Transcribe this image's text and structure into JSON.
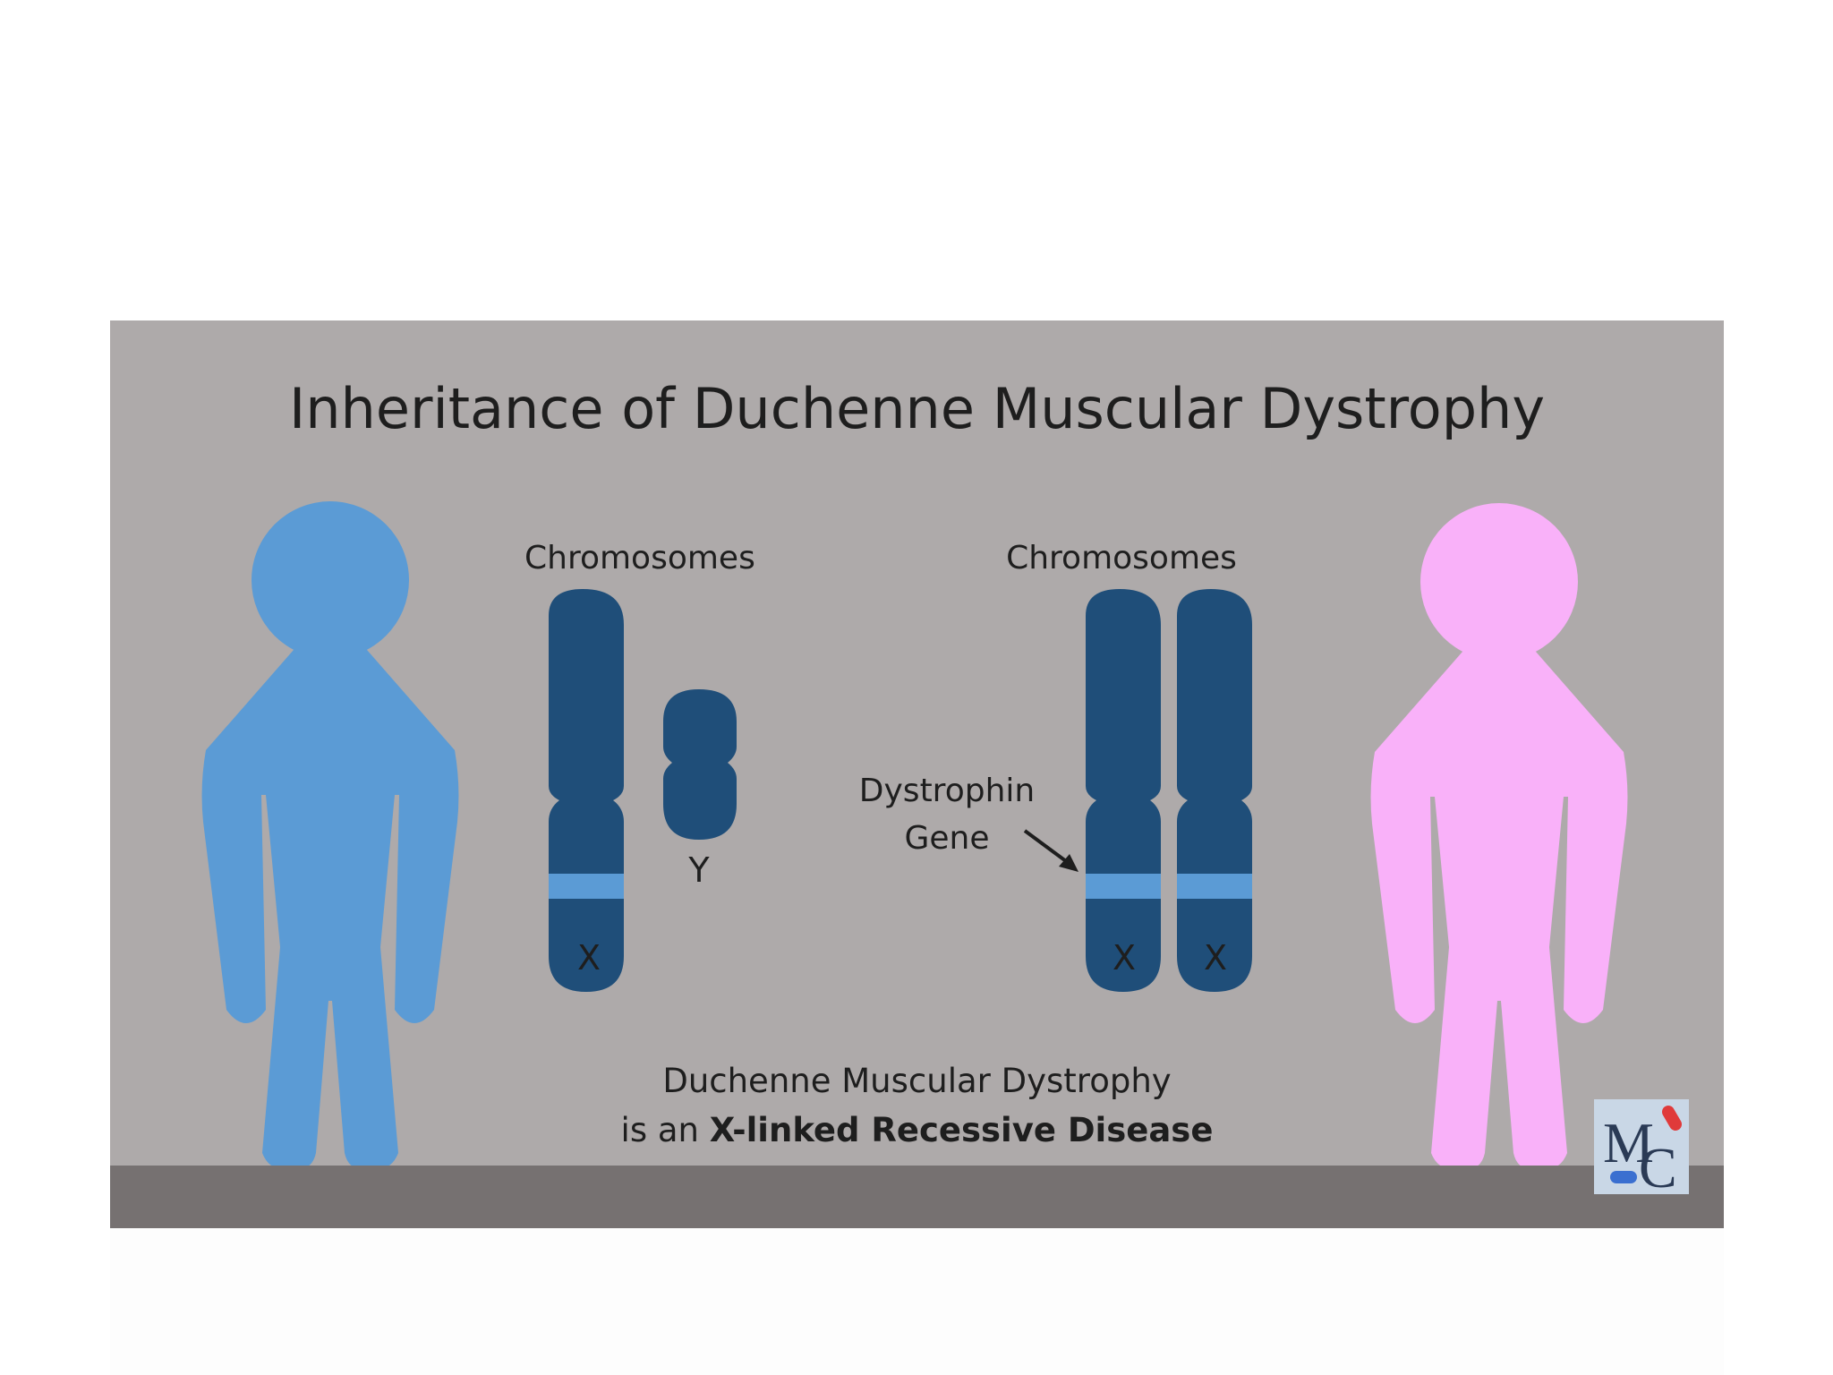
{
  "title": "Inheritance of Duchenne Muscular Dystrophy",
  "left_group": {
    "heading": "Chromosomes",
    "x_label": "X",
    "y_label": "Y"
  },
  "right_group": {
    "heading": "Chromosomes",
    "x1_label": "X",
    "x2_label": "X"
  },
  "annotation": {
    "line1": "Dystrophin",
    "line2": "Gene"
  },
  "caption": {
    "line1": "Duchenne Muscular Dystrophy",
    "line2_prefix": "is an ",
    "line2_bold": "X-linked Recessive Disease"
  },
  "logo": {
    "letters": "MC"
  },
  "colors": {
    "background": "#aeaaaa",
    "floor": "#767171",
    "male": "#5b9bd5",
    "female": "#f9b1f9",
    "chromosome": "#1f4e79",
    "gene_band": "#5b9bd5"
  }
}
